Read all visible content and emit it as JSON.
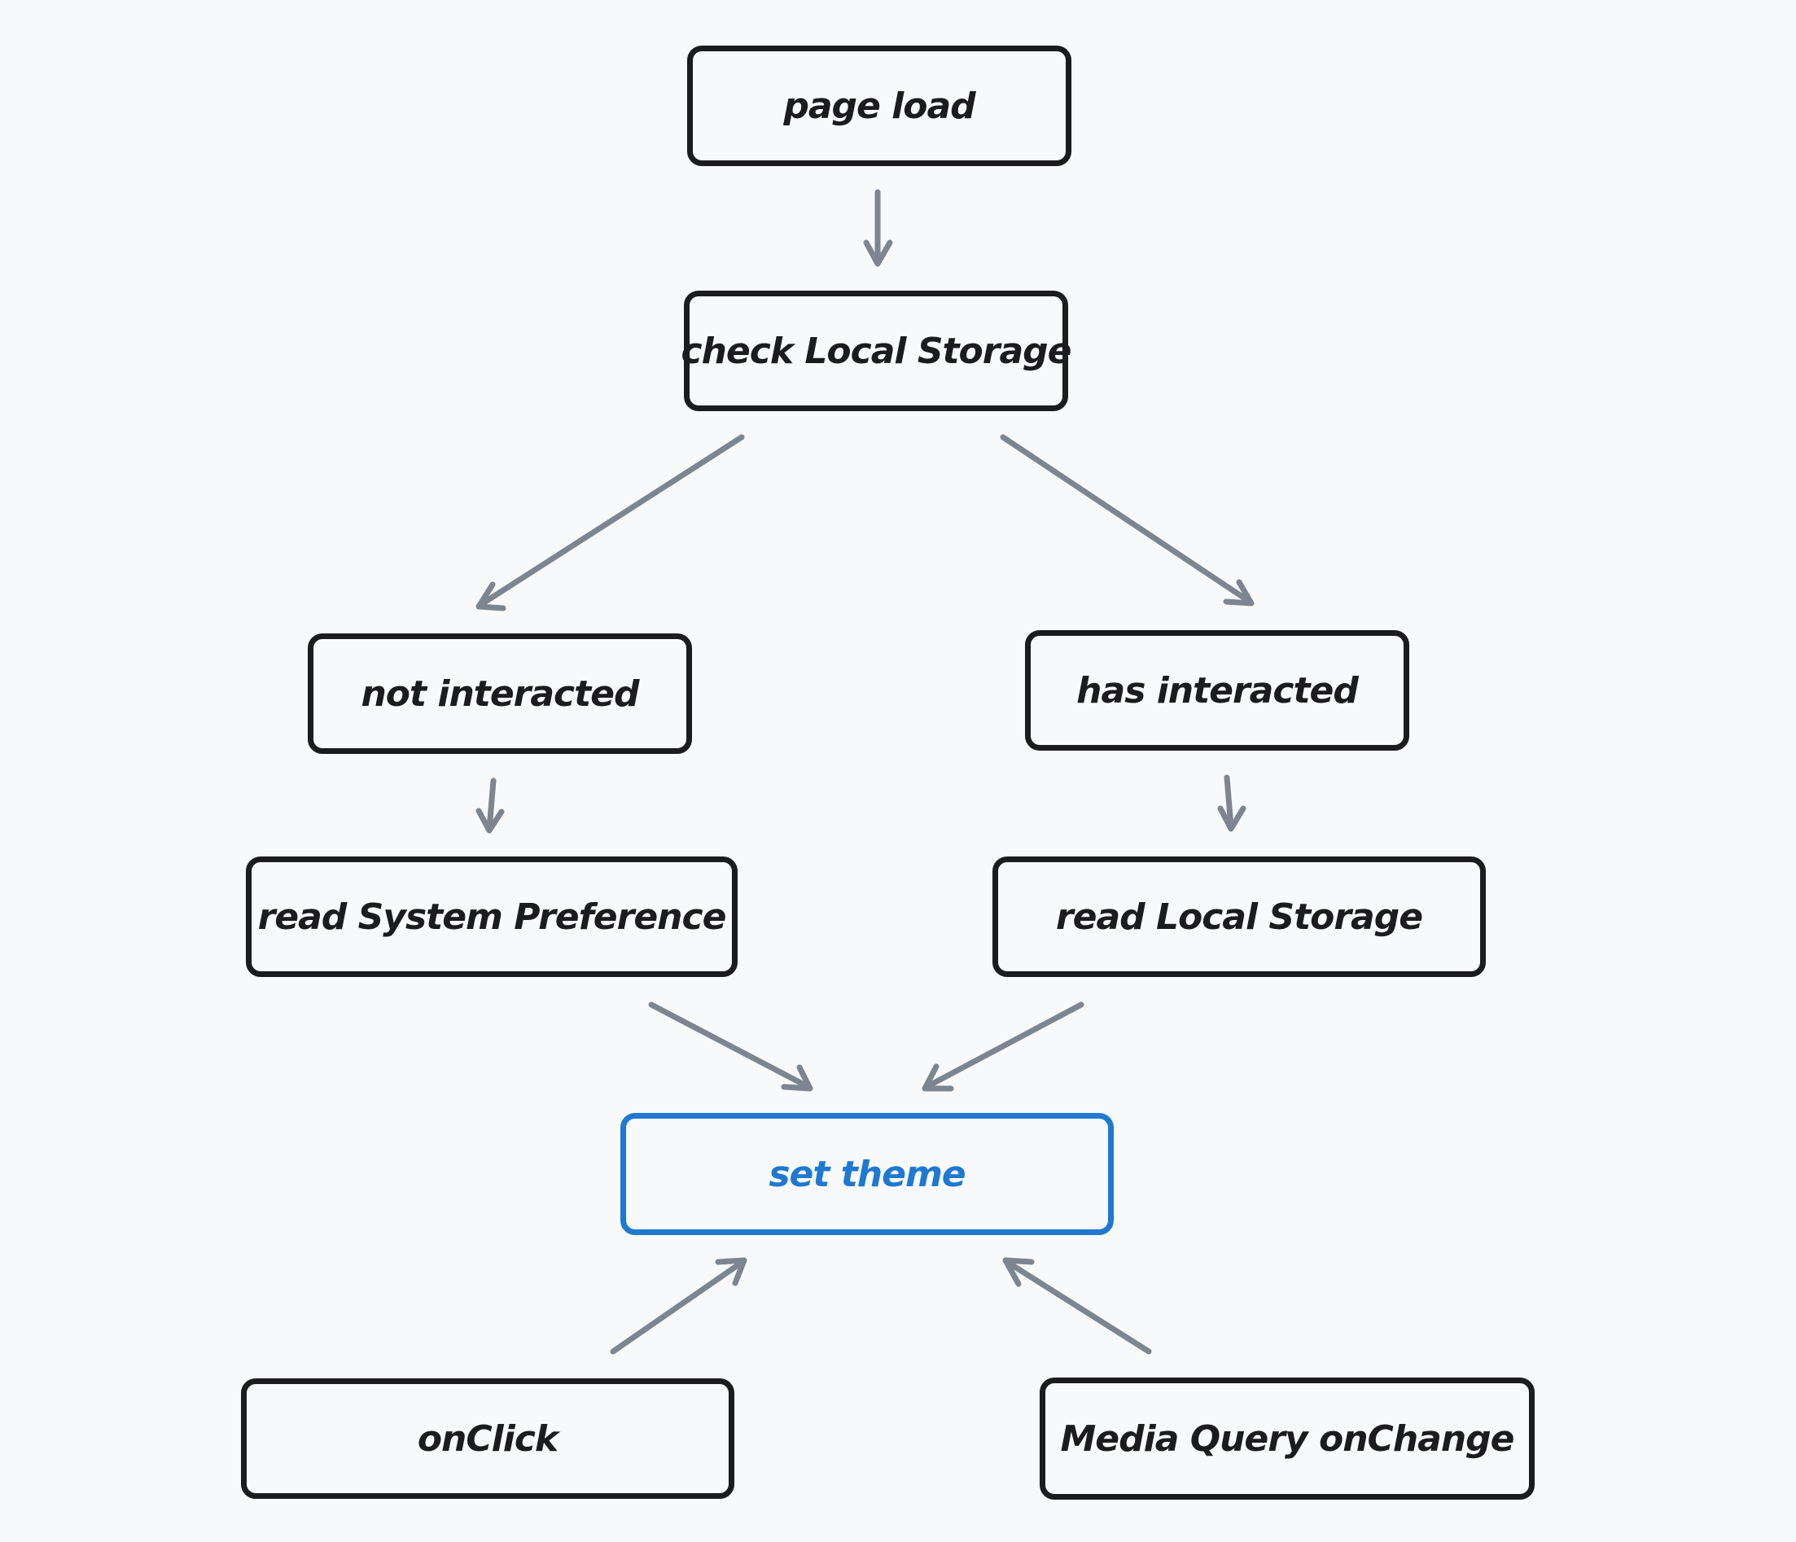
{
  "nodes": {
    "page_load": "page load",
    "check_local_storage": "check Local Storage",
    "not_interacted": "not interacted",
    "has_interacted": "has interacted",
    "read_system_preference": "read System Preference",
    "read_local_storage": "read Local Storage",
    "set_theme": "set theme",
    "on_click": "onClick",
    "media_query_on_change": "Media Query onChange"
  },
  "colors": {
    "node_border": "#1c1c1e",
    "highlight": "#1f78d1",
    "arrow": "#7d8590",
    "background": "#f8f9fb"
  }
}
